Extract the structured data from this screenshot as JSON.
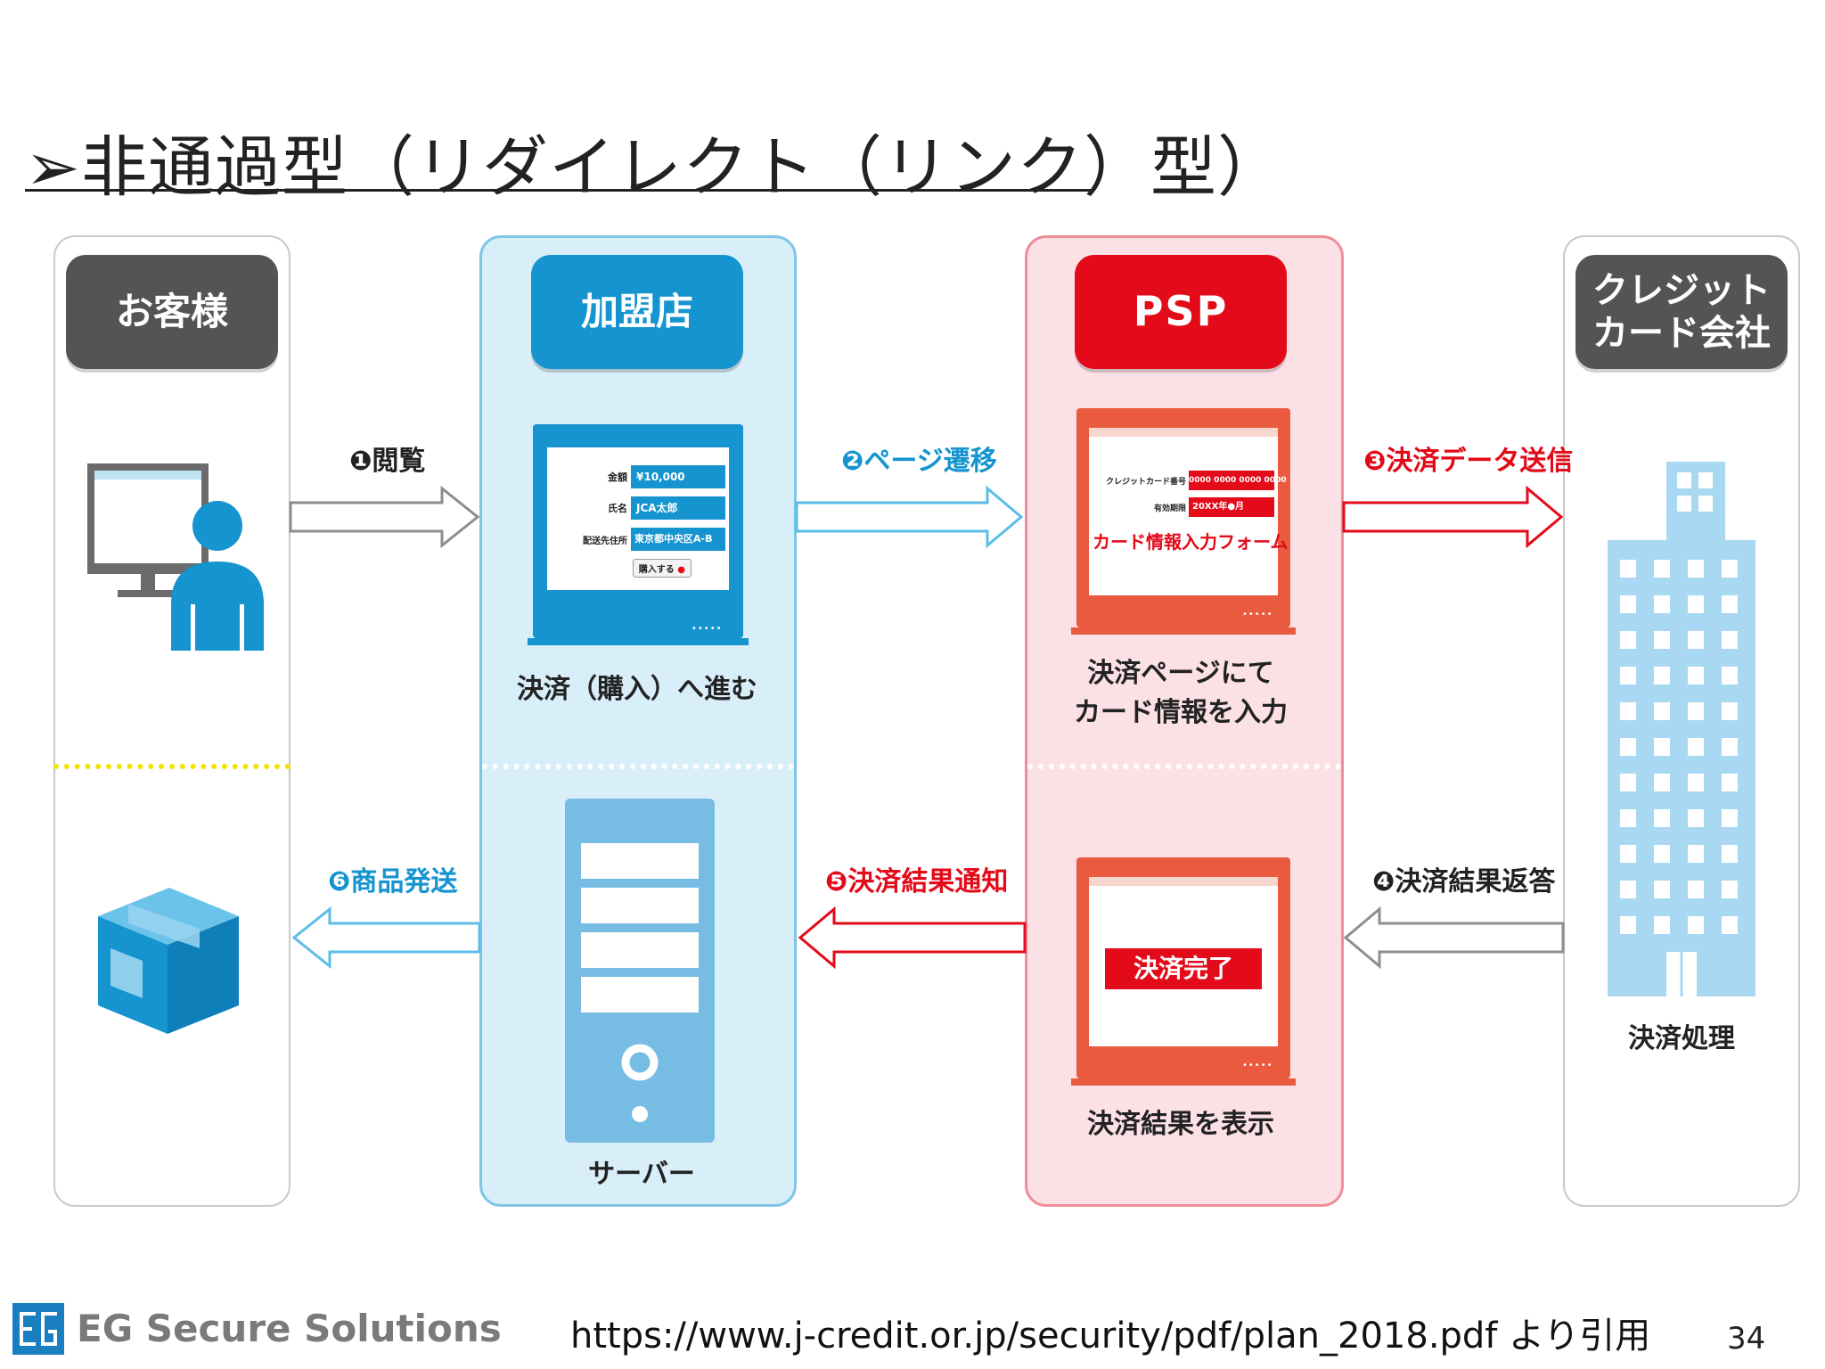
{
  "title": "➢非通過型（リダイレクト（リンク）型）",
  "lanes": {
    "customer": {
      "label": "お客様"
    },
    "merchant": {
      "label": "加盟店"
    },
    "psp": {
      "label": "PSP"
    },
    "card_company": {
      "label": "クレジット\nカード会社"
    }
  },
  "steps": {
    "s1": "❶閲覧",
    "s2": "❷ページ遷移",
    "s3": "❸決済データ送信",
    "s4": "❹決済結果返答",
    "s5": "❺決済結果通知",
    "s6": "❻商品発送"
  },
  "merchant_form": {
    "rows": [
      {
        "label": "金額",
        "value": "¥10,000"
      },
      {
        "label": "氏名",
        "value": "JCA太郎"
      },
      {
        "label": "配送先住所",
        "value": "東京都中央区A-B"
      }
    ],
    "buy_button": "購入する"
  },
  "psp_form": {
    "rows": [
      {
        "label": "クレジットカード番号",
        "value": "0000 0000 0000 0000"
      },
      {
        "label": "有効期限",
        "value": "20XX年●月"
      }
    ],
    "form_title": "カード情報入力フォーム"
  },
  "psp_result": {
    "badge": "決済完了"
  },
  "captions": {
    "merchant_top": "決済（購入）へ進む",
    "psp_top": "決済ページにて\nカード情報を入力",
    "psp_bottom": "決済結果を表示",
    "server": "サーバー",
    "card_bottom": "決済処理"
  },
  "footer": {
    "logo": "EG Secure Solutions",
    "source": "https://www.j-credit.or.jp/security/pdf/plan_2018.pdf より引用",
    "page": "34"
  },
  "colors": {
    "gray": "#545454",
    "blue": "#1594cf",
    "light_blue": "#5bbde6",
    "red": "#e30a19",
    "psp_screen": "#e95a3e"
  }
}
